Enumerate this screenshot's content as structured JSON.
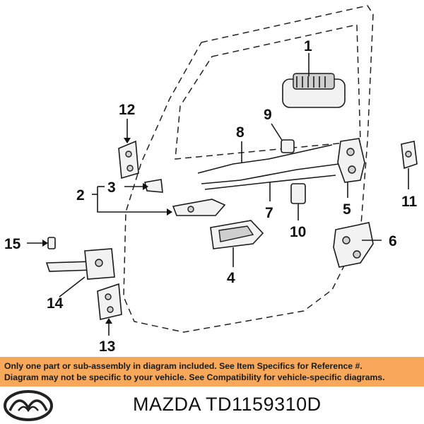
{
  "callouts": [
    "1",
    "2",
    "3",
    "4",
    "5",
    "6",
    "7",
    "8",
    "9",
    "10",
    "11",
    "12",
    "13",
    "14",
    "15"
  ],
  "disclaimer": {
    "line1": "Only one part or sub-assembly in diagram included. See Item Specifics for Reference #.",
    "line2": "Diagram may not be specific to your vehicle. See Compatibility for vehicle-specific diagrams."
  },
  "footer": {
    "brand": "MAZDA",
    "part_number": "TD1159310D",
    "logo_icon": "mazda-logo-icon"
  },
  "colors": {
    "banner": "#f7a85b",
    "text": "#111111"
  }
}
